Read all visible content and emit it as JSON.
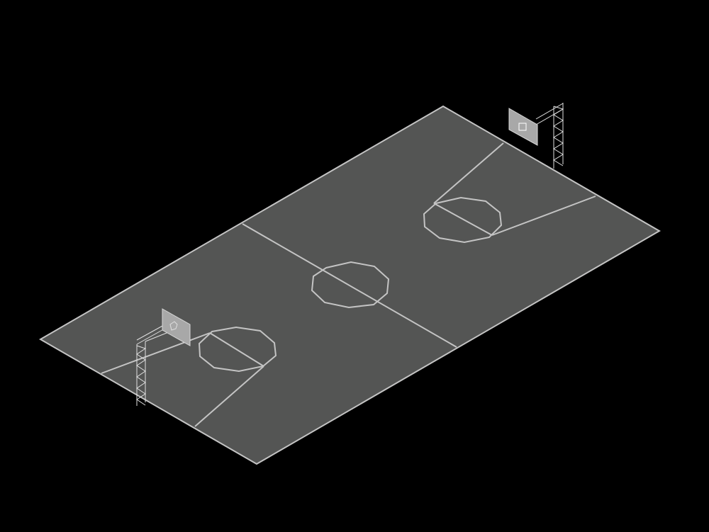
{
  "view": {
    "projection": "isometric",
    "subject": "basketball-court"
  },
  "colors": {
    "background": "#000000",
    "court_surface": "#545554",
    "court_lines": "#c4c4c4",
    "backboard": "#a8a8a8",
    "hoop_structure": "#e0e0e0"
  },
  "icons": {
    "hoop_left": "basketball-hoop",
    "hoop_right": "basketball-hoop"
  }
}
